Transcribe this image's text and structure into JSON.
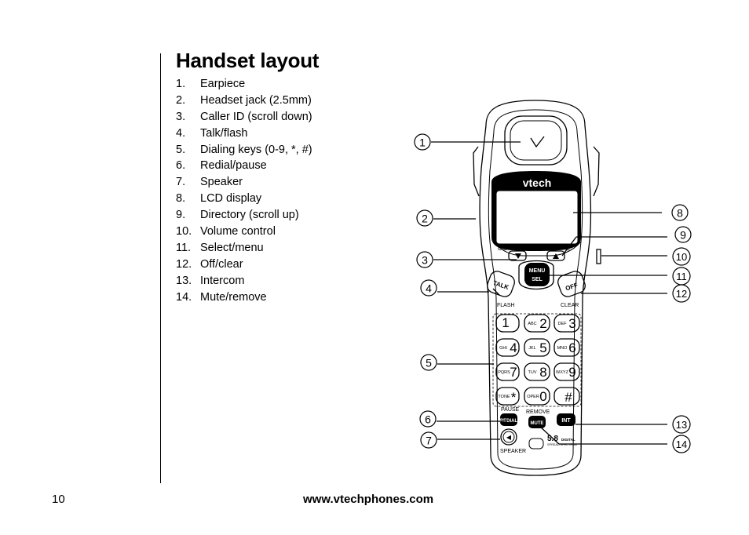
{
  "title": "Handset layout",
  "items": [
    {
      "num": "1.",
      "label": "Earpiece"
    },
    {
      "num": "2.",
      "label": "Headset jack (2.5mm)"
    },
    {
      "num": "3.",
      "label": "Caller ID (scroll down)"
    },
    {
      "num": "4.",
      "label": "Talk/flash"
    },
    {
      "num": "5.",
      "label": "Dialing keys (0-9, *, #)"
    },
    {
      "num": "6.",
      "label": "Redial/pause"
    },
    {
      "num": "7.",
      "label": "Speaker"
    },
    {
      "num": "8.",
      "label": "LCD display"
    },
    {
      "num": "9.",
      "label": "Directory (scroll up)"
    },
    {
      "num": "10.",
      "label": "Volume control"
    },
    {
      "num": "11.",
      "label": "Select/menu"
    },
    {
      "num": "12.",
      "label": "Off/clear"
    },
    {
      "num": "13.",
      "label": "Intercom"
    },
    {
      "num": "14.",
      "label": "Mute/remove"
    }
  ],
  "callouts": [
    "1",
    "2",
    "3",
    "4",
    "5",
    "6",
    "7",
    "8",
    "9",
    "10",
    "11",
    "12",
    "13",
    "14"
  ],
  "handset": {
    "brand": "vtech",
    "cid_label": "CID",
    "menu_label": "MENU",
    "sel_label": "SEL",
    "talk_label": "TALK",
    "flash_label": "FLASH",
    "off_label": "OFF",
    "clear_label": "CLEAR",
    "pause_label": "PAUSE",
    "redial_label": "REDIAL",
    "remove_label": "REMOVE",
    "mute_label": "MUTE",
    "int_label": "INT",
    "speaker_label": "SPEAKER",
    "logo_58": "5.8",
    "logo_digital": "DIGITAL",
    "logo_spread": "SPREAD SPECTRUM",
    "keys": [
      {
        "digit": "1",
        "letters": ""
      },
      {
        "digit": "2",
        "letters": "ABC"
      },
      {
        "digit": "3",
        "letters": "DEF"
      },
      {
        "digit": "4",
        "letters": "GHI"
      },
      {
        "digit": "5",
        "letters": "JKL"
      },
      {
        "digit": "6",
        "letters": "MNO"
      },
      {
        "digit": "7",
        "letters": "PQRS"
      },
      {
        "digit": "8",
        "letters": "TUV"
      },
      {
        "digit": "9",
        "letters": "WXYZ"
      },
      {
        "digit": "*",
        "letters": "TONE"
      },
      {
        "digit": "0",
        "letters": "OPER"
      },
      {
        "digit": "#",
        "letters": ""
      }
    ]
  },
  "footer": {
    "page_number": "10",
    "url": "www.vtechphones.com"
  }
}
